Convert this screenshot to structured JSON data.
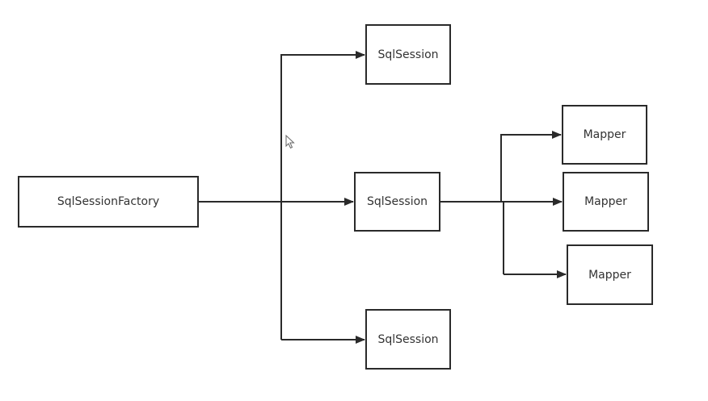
{
  "diagram": {
    "factory": {
      "label": "SqlSessionFactory"
    },
    "sessions": [
      {
        "label": "SqlSession"
      },
      {
        "label": "SqlSession"
      },
      {
        "label": "SqlSession"
      }
    ],
    "mappers": [
      {
        "label": "Mapper"
      },
      {
        "label": "Mapper"
      },
      {
        "label": "Mapper"
      }
    ]
  },
  "colors": {
    "line": "#2a2a2a",
    "text": "#333333",
    "background": "#ffffff"
  },
  "icons": {
    "cursor": "mouse-pointer-icon"
  }
}
